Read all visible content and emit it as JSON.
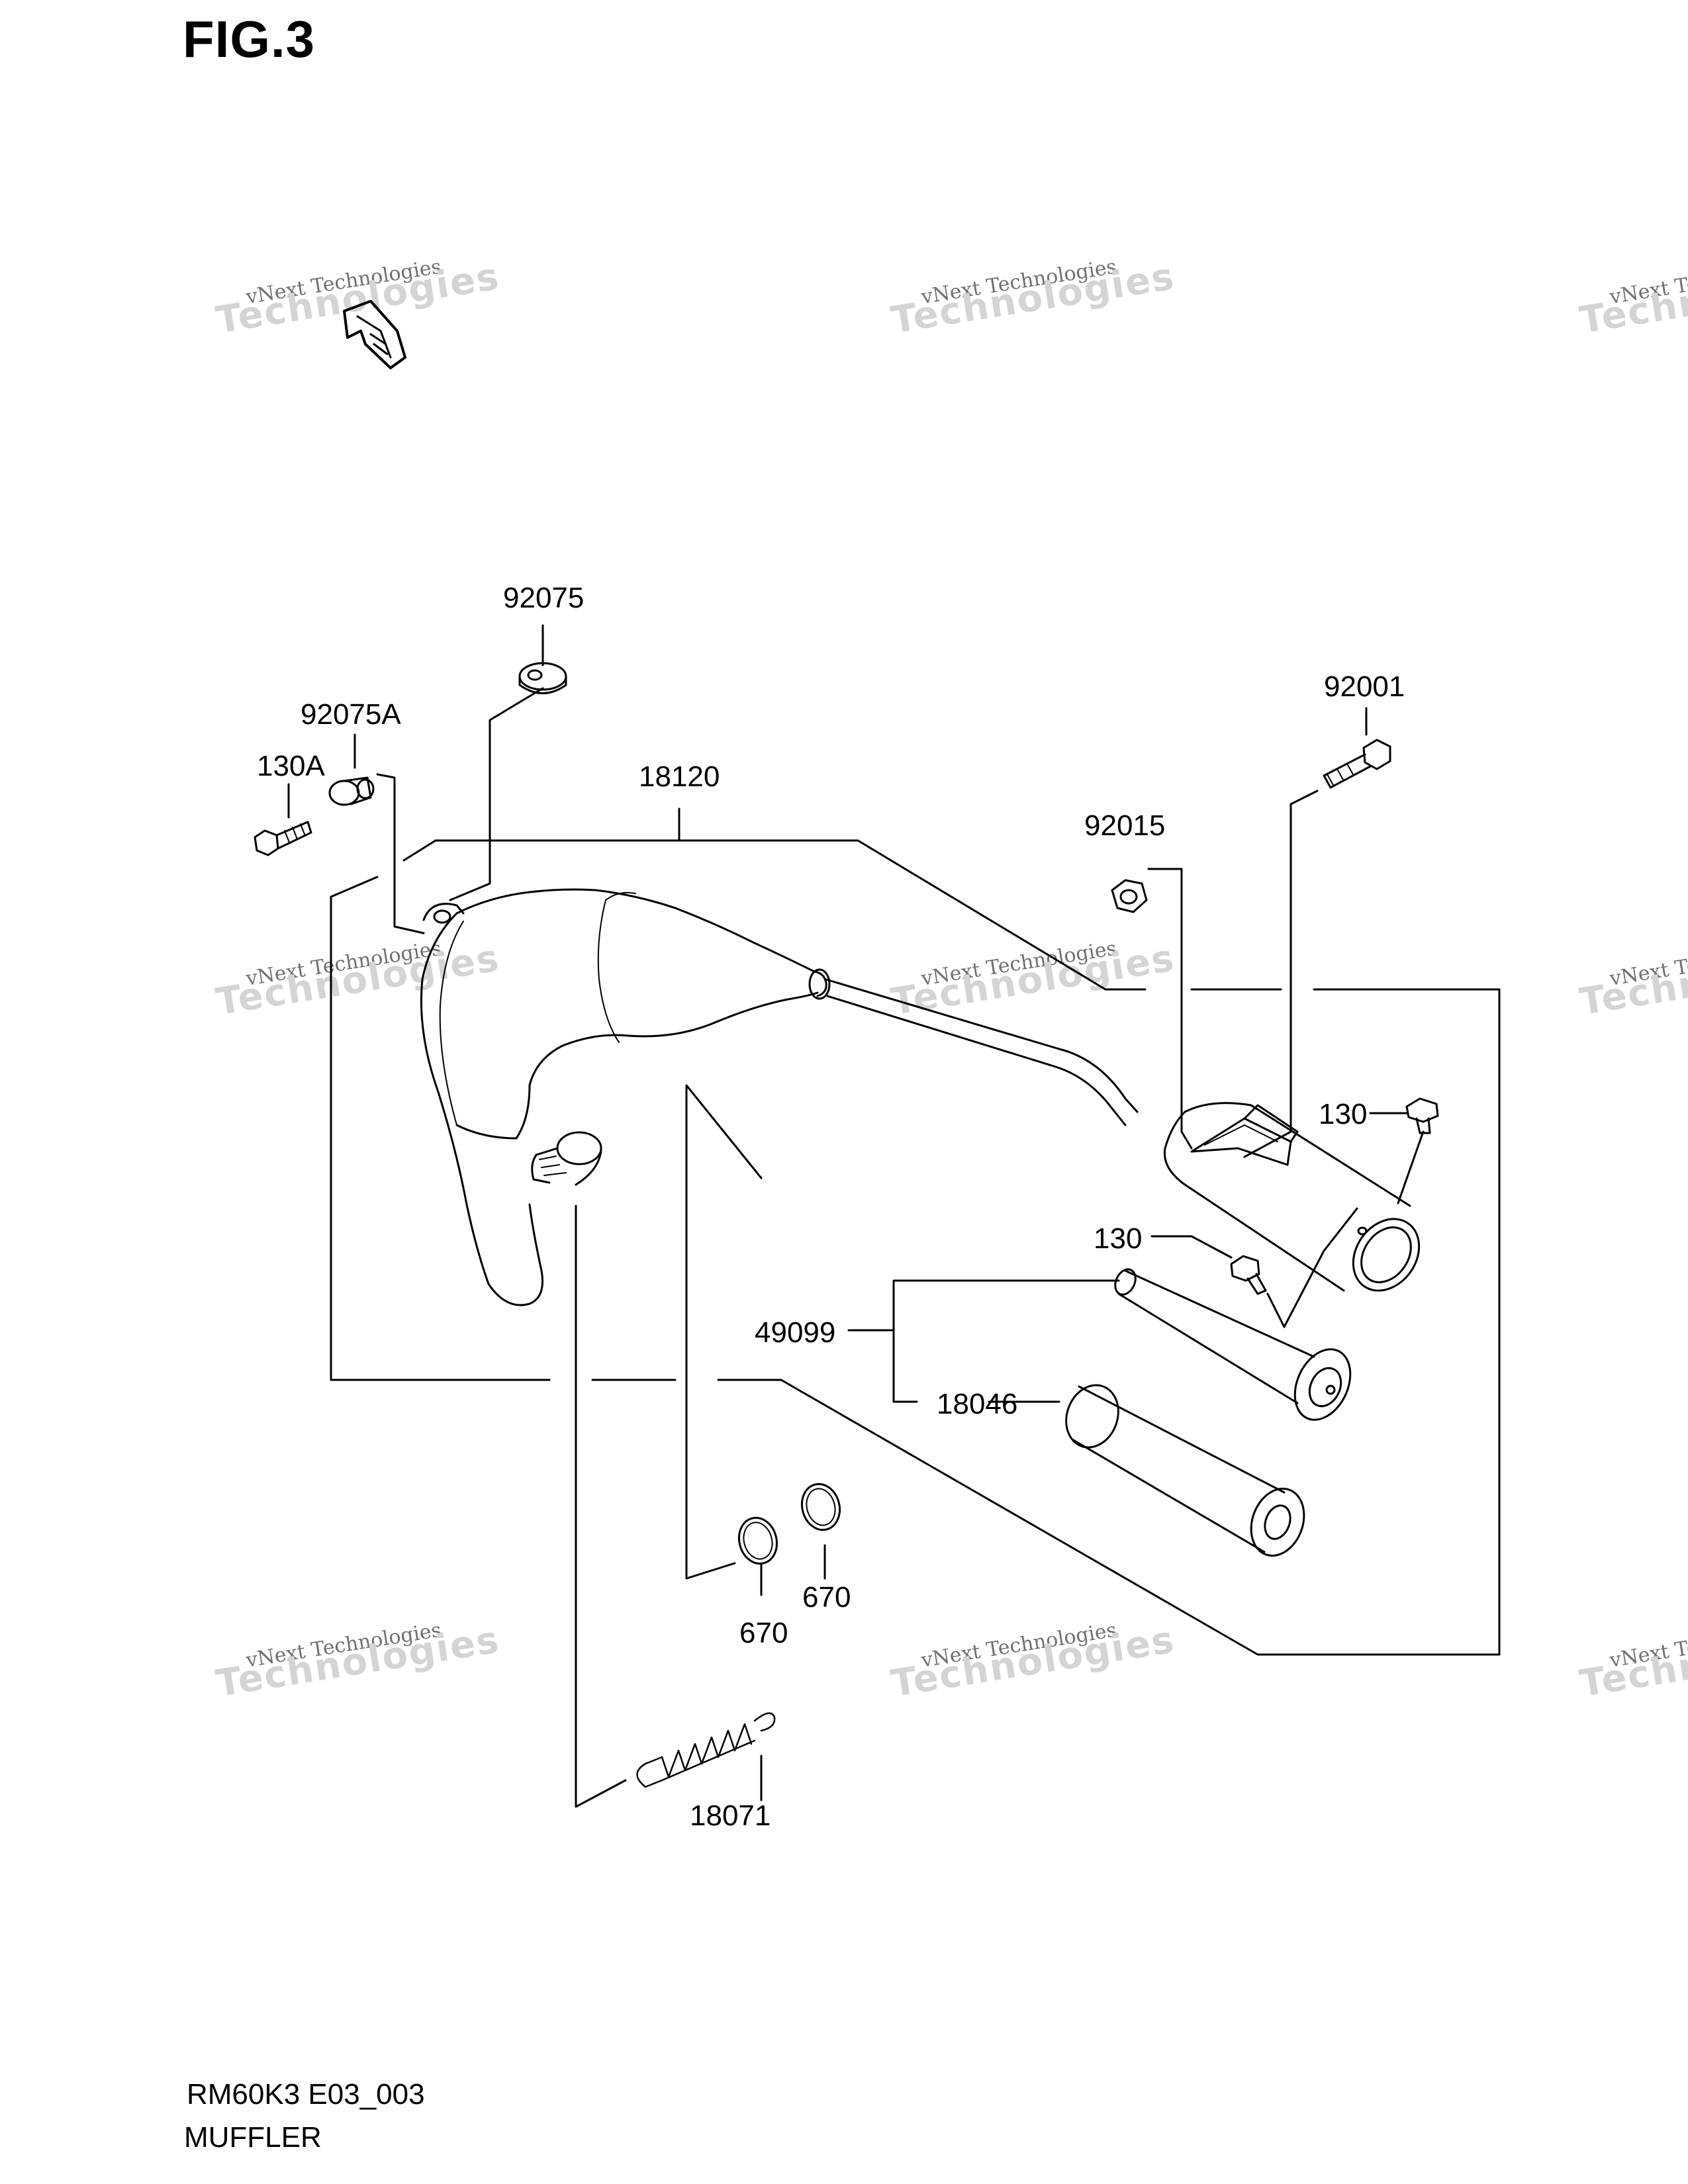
{
  "figure": {
    "title": "FIG.3"
  },
  "footer": {
    "code": "RM60K3 E03_003",
    "name": "MUFFLER"
  },
  "watermark": {
    "line1": "vNext Technologies",
    "line2": "Technologies",
    "line3": "vNext"
  },
  "callouts": {
    "p92075": "92075",
    "p92075A": "92075A",
    "p130A": "130A",
    "p18120": "18120",
    "p92001": "92001",
    "p92015": "92015",
    "p130_upper": "130",
    "p130_lower": "130",
    "p49099": "49099",
    "p18046": "18046",
    "p670_left": "670",
    "p670_right": "670",
    "p18071": "18071"
  },
  "icons": {
    "front_arrow": "front-direction-arrow-icon"
  }
}
